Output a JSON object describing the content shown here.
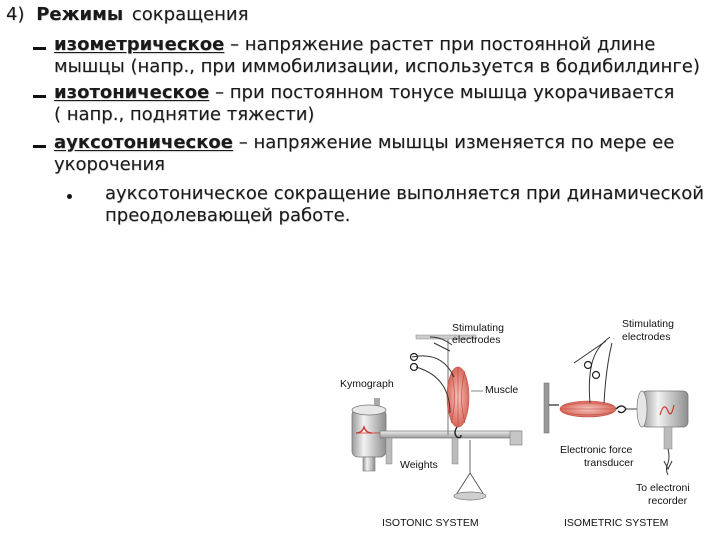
{
  "heading": {
    "number": "4)",
    "bold": "Режимы",
    "rest": "сокращения"
  },
  "items": [
    {
      "term": "изометрическое",
      "line1_rest": " – напряжение растет при постоянной длине",
      "line2": "мышцы (напр., при иммобилизации, используется в бодибилдинге)"
    },
    {
      "term": "изотоническое",
      "line1_rest": " – при постоянном тонусе мышца укорачивается",
      "line2": "( напр., поднятие тяжести)"
    },
    {
      "term": "ауксотоническое",
      "line1_rest": " – напряжение мышцы изменяется по мере ее",
      "line2": "укорочения"
    }
  ],
  "subitem": {
    "line1": "ауксотоническое сокращение выполняется при динамической",
    "line2": "преодолевающей работе."
  },
  "figure": {
    "isotonic": {
      "stim": [
        "Stimulating",
        "electrodes"
      ],
      "kymograph": "Kymograph",
      "muscle": "Muscle",
      "weights": "Weights",
      "caption": "ISOTONIC SYSTEM"
    },
    "isometric": {
      "stim": [
        "Stimulating",
        "electrodes"
      ],
      "transducer": [
        "Electronic force",
        "transducer"
      ],
      "recorder": [
        "To electroni",
        "recorder"
      ],
      "caption": "ISOMETRIC SYSTEM"
    }
  },
  "colors": {
    "text": "#1a1a1a",
    "muscle": "#e58a80",
    "instrument": "#c8c8c8"
  }
}
